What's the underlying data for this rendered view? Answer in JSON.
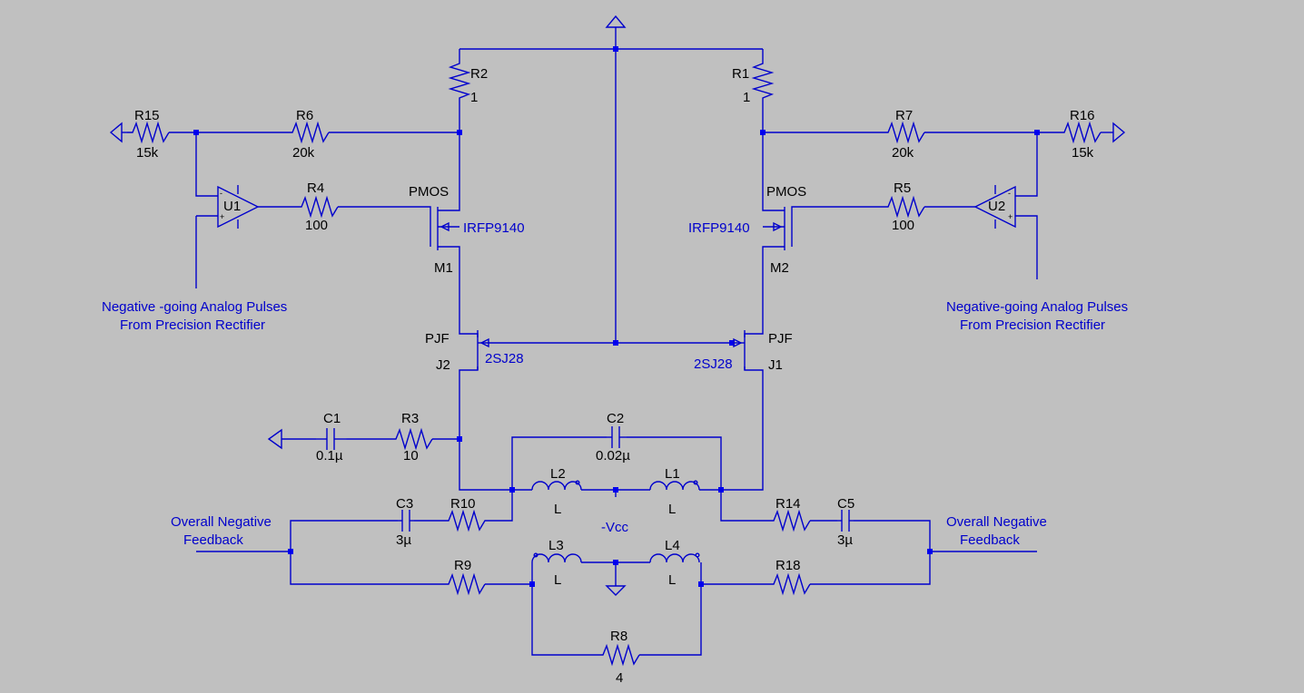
{
  "components": {
    "R1": {
      "ref": "R1",
      "value": "1"
    },
    "R2": {
      "ref": "R2",
      "value": "1"
    },
    "R3": {
      "ref": "R3",
      "value": "10"
    },
    "R4": {
      "ref": "R4",
      "value": "100"
    },
    "R5": {
      "ref": "R5",
      "value": "100"
    },
    "R6": {
      "ref": "R6",
      "value": "20k"
    },
    "R7": {
      "ref": "R7",
      "value": "20k"
    },
    "R8": {
      "ref": "R8",
      "value": "4"
    },
    "R9": {
      "ref": "R9"
    },
    "R10": {
      "ref": "R10"
    },
    "R14": {
      "ref": "R14"
    },
    "R15": {
      "ref": "R15",
      "value": "15k"
    },
    "R16": {
      "ref": "R16",
      "value": "15k"
    },
    "R18": {
      "ref": "R18"
    },
    "C1": {
      "ref": "C1",
      "value": "0.1µ"
    },
    "C2": {
      "ref": "C2",
      "value": "0.02µ"
    },
    "C3": {
      "ref": "C3",
      "value": "3µ"
    },
    "C5": {
      "ref": "C5",
      "value": "3µ"
    },
    "L1": {
      "ref": "L1",
      "value": "L"
    },
    "L2": {
      "ref": "L2",
      "value": "L"
    },
    "L3": {
      "ref": "L3",
      "value": "L"
    },
    "L4": {
      "ref": "L4",
      "value": "L"
    },
    "M1": {
      "ref": "M1",
      "type": "PMOS",
      "model": "IRFP9140"
    },
    "M2": {
      "ref": "M2",
      "type": "PMOS",
      "model": "IRFP9140"
    },
    "J1": {
      "ref": "J1",
      "type": "PJF",
      "model": "2SJ28"
    },
    "J2": {
      "ref": "J2",
      "type": "PJF",
      "model": "2SJ28"
    },
    "U1": {
      "ref": "U1"
    },
    "U2": {
      "ref": "U2"
    }
  },
  "labels": {
    "left_input_1": "Negative -going Analog Pulses",
    "left_input_2": "From Precision Rectifier",
    "right_input_1": "Negative-going Analog Pulses",
    "right_input_2": "From Precision Rectifier",
    "left_feedback_1": "Overall Negative",
    "left_feedback_2": "Feedback",
    "right_feedback_1": "Overall Negative",
    "right_feedback_2": "Feedback",
    "vcc_net": "-Vcc"
  },
  "opamp_pins": {
    "minus": "-",
    "plus": "+"
  },
  "colors": {
    "background": "#c0c0c0",
    "wire": "#0000cc",
    "junction": "#0000ee",
    "text": "#000000"
  }
}
